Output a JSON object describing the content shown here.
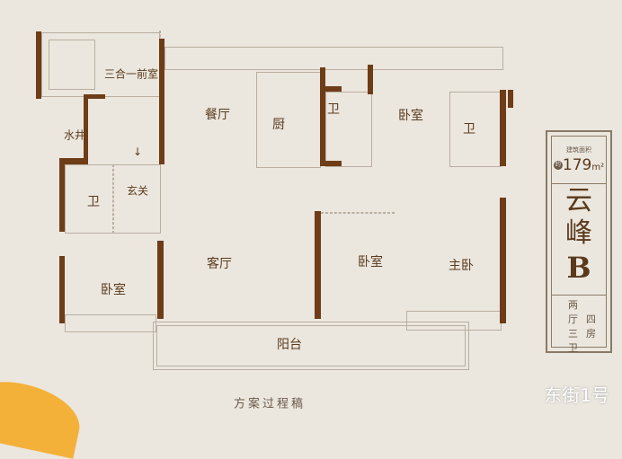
{
  "rooms": {
    "anteroom": "三合一前室",
    "dining": "餐厅",
    "kitchen": "厨",
    "bath_top": "卫",
    "bedroom_top": "卧室",
    "bath_right": "卫",
    "water_shaft": "水井",
    "foyer": "玄关",
    "bath_left": "卫",
    "living": "客厅",
    "bedroom_mid": "卧室",
    "master": "主卧",
    "bedroom_left": "卧室",
    "balcony": "阳台"
  },
  "panel": {
    "area_label": "建筑面积",
    "area_prefix": "约",
    "area_value": "179",
    "area_unit": "m²",
    "name_1": "云",
    "name_2": "峰",
    "name_3": "B",
    "layout_col1": [
      "两",
      "厅",
      "三",
      "卫"
    ],
    "layout_col2": [
      "四",
      "房"
    ]
  },
  "caption": "方案过程稿",
  "watermark": "东街1号",
  "colors": {
    "wall": "#6e3d17",
    "background": "#ebe7df",
    "accent": "#f4b13a"
  }
}
